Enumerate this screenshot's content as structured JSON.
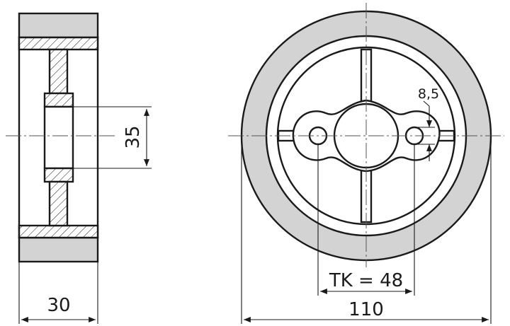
{
  "drawing": {
    "dimensions": {
      "width": "30",
      "hub_diameter": "35",
      "outer_diameter": "110",
      "bolt_circle": "TK = 48",
      "hole_diameter": "8,5"
    },
    "colors": {
      "line": "#1a1a1a",
      "tire": "#d3d3d3",
      "background": "#ffffff"
    }
  }
}
